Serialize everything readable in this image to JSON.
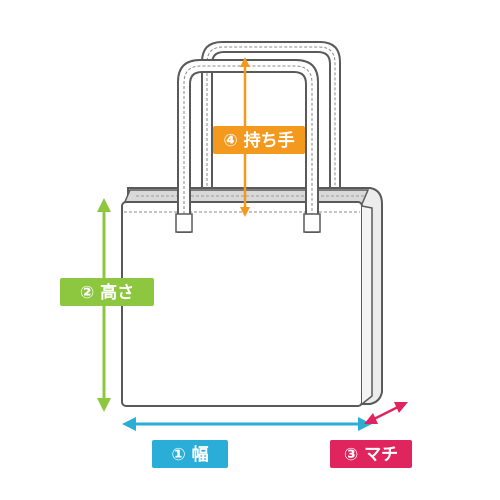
{
  "labels": {
    "width": "① 幅",
    "height": "② 高さ",
    "gusset": "③ マチ",
    "handle": "④ 持ち手"
  },
  "colors": {
    "width": "#2aaed8",
    "height": "#8dc63f",
    "gusset": "#e0245e",
    "handle": "#f39a1e",
    "outline": "#5a5a5a",
    "bag_fill": "#ffffff",
    "bag_shade": "#ececec",
    "inner": "#d9d9d9"
  },
  "icons": {
    "arrow": "double-arrow-icon",
    "bag": "tote-bag-icon"
  }
}
